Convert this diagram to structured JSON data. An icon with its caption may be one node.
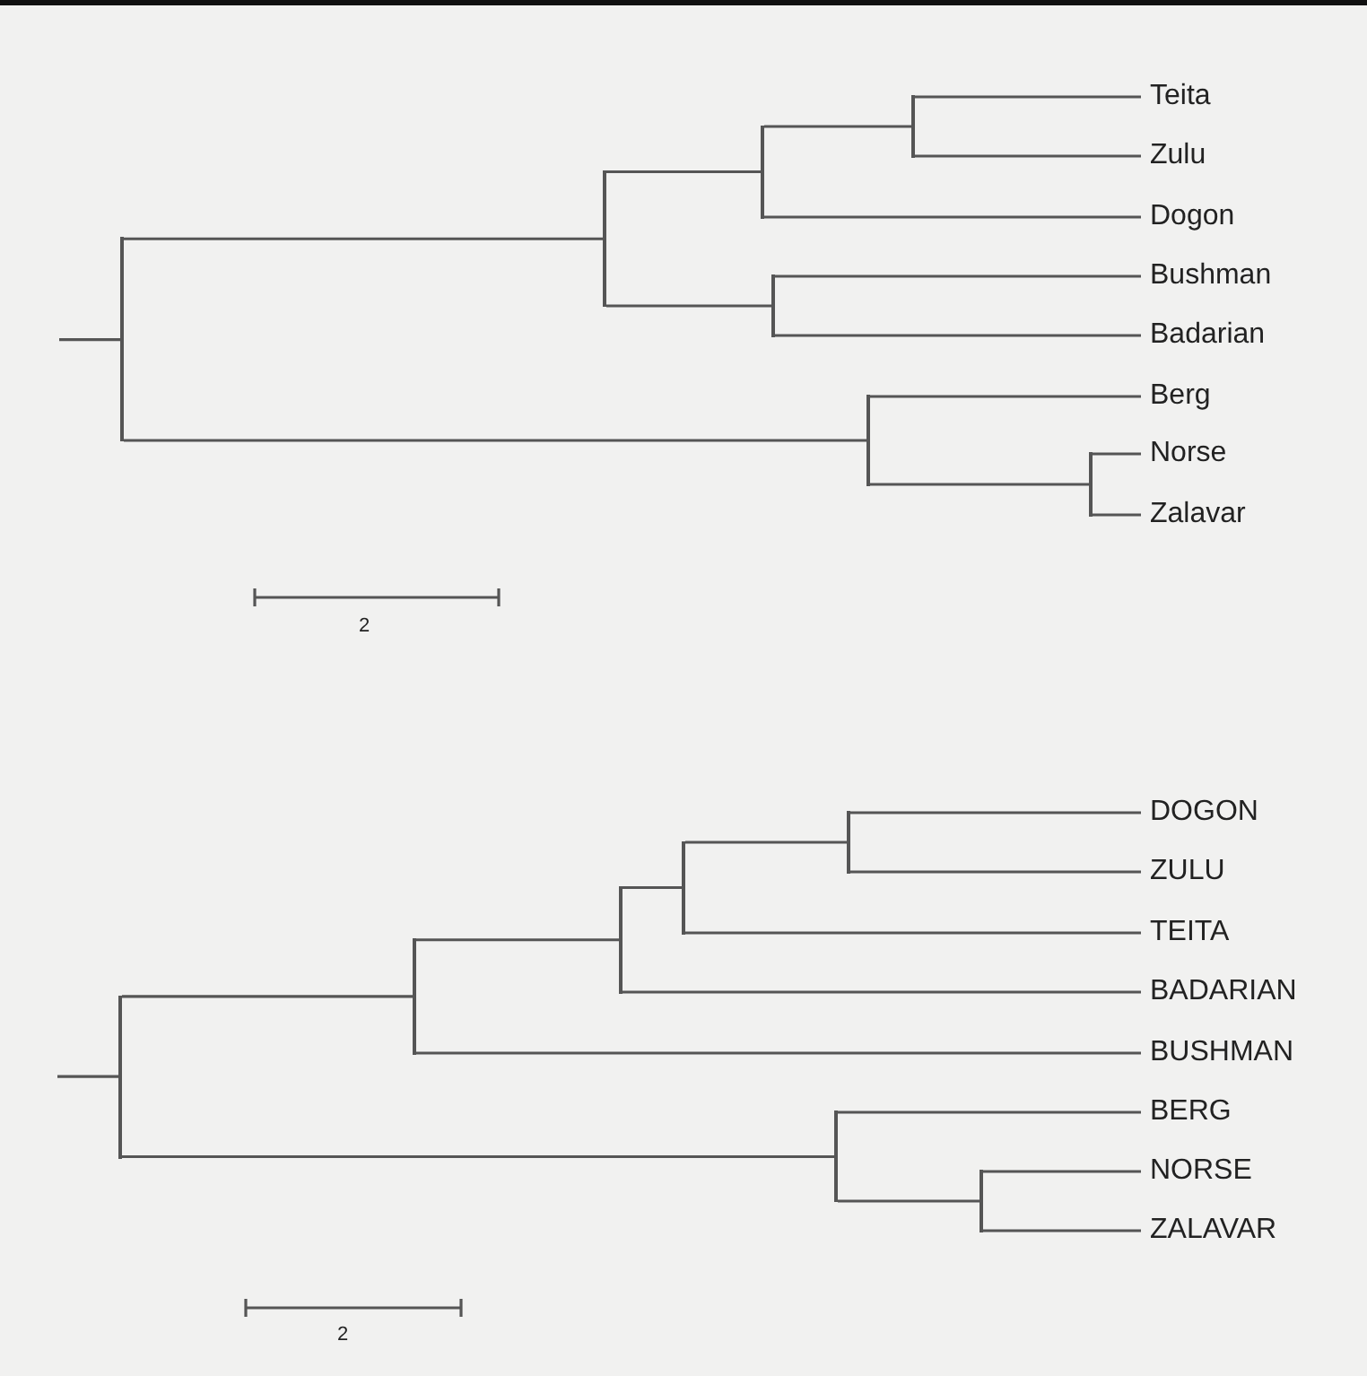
{
  "diagram": {
    "nodes": [
      {
        "text": [
          "Teita"
        ]
      },
      {
        "text": [
          "Zulu"
        ]
      },
      {
        "text": [
          "Dogon"
        ]
      },
      {
        "text": [
          "Bushman"
        ]
      },
      {
        "text": [
          "Badarian"
        ]
      },
      {
        "text": [
          "Berg"
        ]
      },
      {
        "text": [
          "Norse"
        ]
      },
      {
        "text": [
          "Zalavar"
        ]
      },
      {
        "text": [],
        "shape": "bar"
      },
      {
        "text": [],
        "shape": "bar"
      },
      {
        "text": [],
        "shape": "bar"
      },
      {
        "text": [],
        "shape": "bar"
      },
      {
        "text": [],
        "shape": "bar"
      },
      {
        "text": [],
        "shape": "bar"
      },
      {
        "text": [],
        "shape": "bar"
      },
      {
        "text": [
          "DOGON"
        ]
      },
      {
        "text": [
          "ZULU"
        ]
      },
      {
        "text": [
          "TEITA"
        ]
      },
      {
        "text": [
          "BADARIAN"
        ]
      },
      {
        "text": [
          "BUSHMAN"
        ]
      },
      {
        "text": [
          "BERG"
        ]
      },
      {
        "text": [
          "NORSE"
        ]
      },
      {
        "text": [
          "ZALAVAR"
        ]
      },
      {
        "text": [],
        "shape": "bar"
      },
      {
        "text": [],
        "shape": "bar"
      },
      {
        "text": [],
        "shape": "bar"
      },
      {
        "text": [],
        "shape": "bar"
      },
      {
        "text": [],
        "shape": "bar"
      },
      {
        "text": [],
        "shape": "bar"
      },
      {
        "text": [],
        "shape": "bar"
      }
    ],
    "edges": [
      {
        "from": null,
        "to": 8,
        "arrow": "none"
      },
      {
        "from": 8,
        "to": 9,
        "arrow": "none"
      },
      {
        "from": 8,
        "to": 13,
        "arrow": "none"
      },
      {
        "from": 9,
        "to": 10,
        "arrow": "none"
      },
      {
        "from": 9,
        "to": 12,
        "arrow": "none"
      },
      {
        "from": 10,
        "to": 11,
        "arrow": "none"
      },
      {
        "from": 10,
        "to": 2,
        "arrow": "none"
      },
      {
        "from": 11,
        "to": 0,
        "arrow": "none"
      },
      {
        "from": 11,
        "to": 1,
        "arrow": "none"
      },
      {
        "from": 12,
        "to": 3,
        "arrow": "none"
      },
      {
        "from": 12,
        "to": 4,
        "arrow": "none"
      },
      {
        "from": 13,
        "to": 5,
        "arrow": "none"
      },
      {
        "from": 13,
        "to": 14,
        "arrow": "none"
      },
      {
        "from": 14,
        "to": 6,
        "arrow": "none"
      },
      {
        "from": 14,
        "to": 7,
        "arrow": "none"
      },
      {
        "from": null,
        "to": 23,
        "arrow": "none"
      },
      {
        "from": 23,
        "to": 24,
        "arrow": "none"
      },
      {
        "from": 23,
        "to": 28,
        "arrow": "none"
      },
      {
        "from": 24,
        "to": 25,
        "arrow": "none"
      },
      {
        "from": 24,
        "to": 19,
        "arrow": "none"
      },
      {
        "from": 25,
        "to": 26,
        "arrow": "none"
      },
      {
        "from": 25,
        "to": 18,
        "arrow": "none"
      },
      {
        "from": 26,
        "to": 27,
        "arrow": "none"
      },
      {
        "from": 26,
        "to": 17,
        "arrow": "none"
      },
      {
        "from": 27,
        "to": 15,
        "arrow": "none"
      },
      {
        "from": 27,
        "to": 16,
        "arrow": "none"
      },
      {
        "from": 28,
        "to": 20,
        "arrow": "none"
      },
      {
        "from": 28,
        "to": 29,
        "arrow": "none"
      },
      {
        "from": 29,
        "to": 21,
        "arrow": "none"
      },
      {
        "from": 29,
        "to": 22,
        "arrow": "none"
      }
    ],
    "labels": [
      "2",
      "2"
    ]
  }
}
